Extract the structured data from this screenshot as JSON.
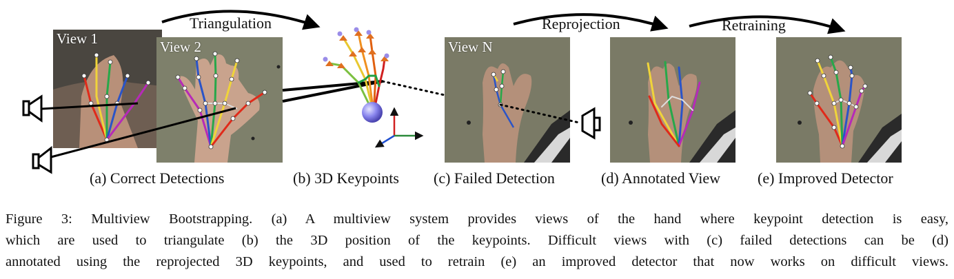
{
  "figure": {
    "views": {
      "view1": "View 1",
      "view2": "View 2",
      "viewN": "View N"
    },
    "arrows": {
      "triangulation": "Triangulation",
      "reprojection": "Reprojection",
      "retraining": "Retraining"
    },
    "subcaptions": {
      "a": "(a) Correct Detections",
      "b": "(b) 3D Keypoints",
      "c": "(c) Failed Detection",
      "d": "(d) Annotated View",
      "e": "(e) Improved Detector"
    },
    "colors": {
      "photo_bg": "#7e806b",
      "skin": "#c9a38d",
      "finger_colors": [
        "#e02a1a",
        "#f0d43a",
        "#27a84a",
        "#2a54c8",
        "#b62ab8"
      ],
      "axis_x": "#2a8a3a",
      "axis_y": "#d02020",
      "axis_z": "#2050d0"
    }
  },
  "caption": {
    "line1": "Figure 3: Multiview Bootstrapping. (a) A multiview system provides views of the hand where keypoint detection is easy,",
    "line2": "which are used to triangulate (b) the 3D position of the keypoints.  Difficult views with (c) failed detections can be (d)",
    "line3": "annotated using the reprojected 3D keypoints, and used to retrain (e) an improved detector that now works on difficult views."
  }
}
